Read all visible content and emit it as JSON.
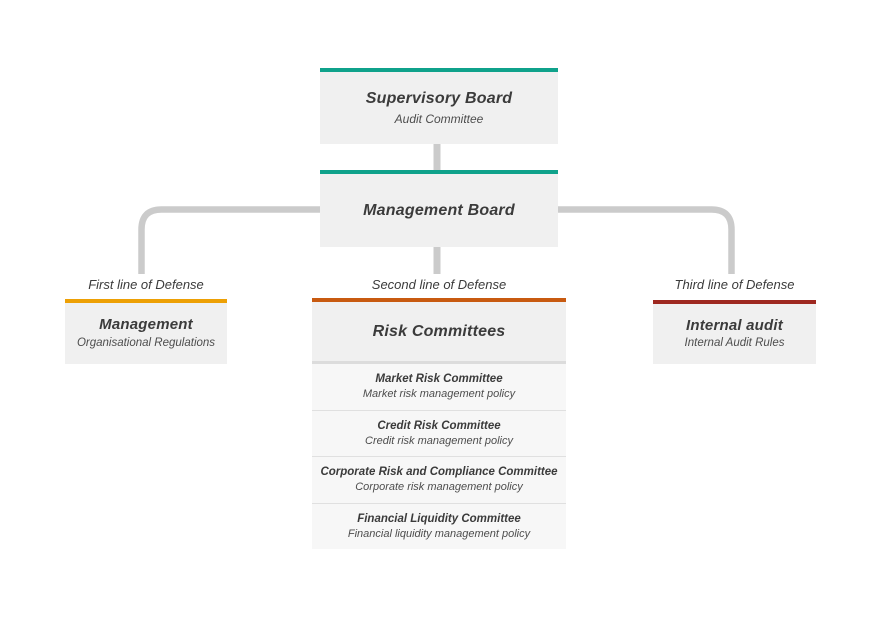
{
  "colors": {
    "teal": "#0fa28b",
    "amber": "#eda005",
    "dark_orange": "#c85a10",
    "brick_red": "#9e2820",
    "box_background": "#f0f0f0",
    "sublist_background": "#f7f7f7",
    "connector_gray": "#cbcbcb"
  },
  "chart": {
    "supervisory": {
      "title": "Supervisory Board",
      "subtitle": "Audit Committee"
    },
    "management_board": {
      "title": "Management Board"
    },
    "lines": [
      {
        "label": "First line of Defense",
        "title": "Management",
        "subtitle": "Organisational Regulations",
        "accent": "#eda005"
      },
      {
        "label": "Second line of Defense",
        "title": "Risk Committees",
        "accent": "#c85a10"
      },
      {
        "label": "Third line of Defense",
        "title": "Internal audit",
        "subtitle": "Internal Audit Rules",
        "accent": "#9e2820"
      }
    ],
    "committees": [
      {
        "title": "Market Risk Committee",
        "subtitle": "Market risk management policy"
      },
      {
        "title": "Credit Risk Committee",
        "subtitle": "Credit risk management policy"
      },
      {
        "title": "Corporate Risk and Compliance Committee",
        "subtitle": "Corporate risk management policy"
      },
      {
        "title": "Financial Liquidity Committee",
        "subtitle": "Financial liquidity management policy"
      }
    ]
  }
}
